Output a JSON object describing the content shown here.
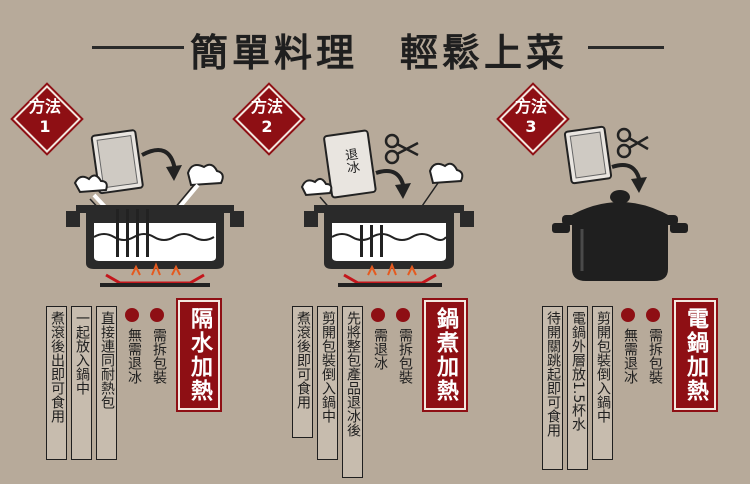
{
  "title": "簡單料理　輕鬆上菜",
  "methods": [
    {
      "badge_label": "方法",
      "badge_number": "1",
      "heading": "隔水加熱",
      "bullets": [
        "需拆包裝",
        "無需退冰"
      ],
      "steps": [
        "直接連同耐熱包",
        "一起放入鍋中",
        "煮滾後出即可食用"
      ]
    },
    {
      "badge_label": "方法",
      "badge_number": "2",
      "heading": "鍋煮加熱",
      "bag_label": "退冰",
      "bullets": [
        "需拆包裝",
        "需退冰"
      ],
      "steps": [
        "先將整包產品退冰後",
        "剪開包裝倒入鍋中",
        "煮滾後即可食用"
      ]
    },
    {
      "badge_label": "方法",
      "badge_number": "3",
      "heading": "電鍋加熱",
      "bullets": [
        "需拆包裝",
        "無需退冰"
      ],
      "steps": [
        "剪開包裝倒入鍋中",
        "電鍋外層放1.5杯水",
        "待開關跳起即可食用"
      ]
    }
  ],
  "colors": {
    "background": "#b7aa9a",
    "accent": "#8e0f14",
    "ink": "#1f1f1f"
  }
}
